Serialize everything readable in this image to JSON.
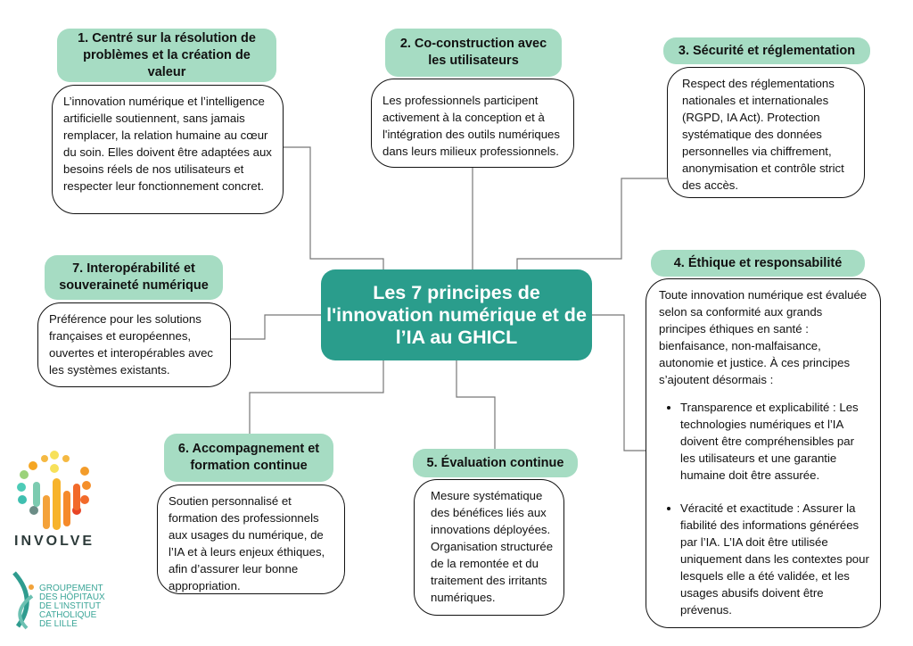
{
  "center_title": "Les 7 principes de l'innovation numérique et de l’IA au GHICL",
  "principles": [
    {
      "title": "1. Centré sur la résolution de problèmes et la création de valeur",
      "text": "L’innovation numérique et l’intelligence artificielle soutiennent, sans jamais remplacer, la relation humaine au cœur du soin. Elles doivent être adaptées aux besoins réels de nos utilisateurs et respecter leur fonctionnement concret."
    },
    {
      "title": "2. Co-construction avec les utilisateurs",
      "text": "Les professionnels participent activement à la conception et à l'intégration des outils numériques dans leurs milieux professionnels."
    },
    {
      "title": "3. Sécurité et réglementation",
      "text": "Respect des réglementations nationales et internationales (RGPD, IA Act). Protection systématique des données personnelles via chiffrement, anonymisation et contrôle strict des accès."
    },
    {
      "title": "4. Éthique et responsabilité",
      "text": "Toute innovation numérique est évaluée selon sa conformité aux grands principes éthiques en santé : bienfaisance, non-malfaisance, autonomie et justice. À ces principes s’ajoutent désormais :",
      "bullets": [
        "Transparence et explicabilité : Les technologies numériques et l’IA doivent être compréhensibles par les utilisateurs et une garantie humaine doit être assurée.",
        "Véracité et exactitude : Assurer la fiabilité des informations générées par l’IA. L’IA doit être utilisée uniquement dans les contextes pour lesquels elle a été validée, et les usages abusifs doivent être prévenus."
      ]
    },
    {
      "title": "5. Évaluation continue",
      "text": "Mesure systématique des bénéfices liés aux innovations déployées. Organisation structurée de la remontée et du traitement des irritants numériques."
    },
    {
      "title": "6. Accompagnement et formation continue",
      "text": "Soutien personnalisé et formation des professionnels aux usages du numérique, de l’IA et à leurs enjeux éthiques, afin d’assurer leur bonne appropriation."
    },
    {
      "title": "7. Interopérabilité et souveraineté numérique",
      "text": "Préférence pour les solutions françaises et européennes, ouvertes et interopérables avec les systèmes existants."
    }
  ],
  "logos": {
    "involve": "INVOLVE",
    "ghicl": [
      "GROUPEMENT",
      "DES HÔPITAUX",
      "DE L'INSTITUT",
      "CATHOLIQUE",
      "DE LILLE"
    ]
  },
  "colors": {
    "header": "#a6dcc3",
    "center": "#2a9d8c",
    "lines": "#777777"
  }
}
